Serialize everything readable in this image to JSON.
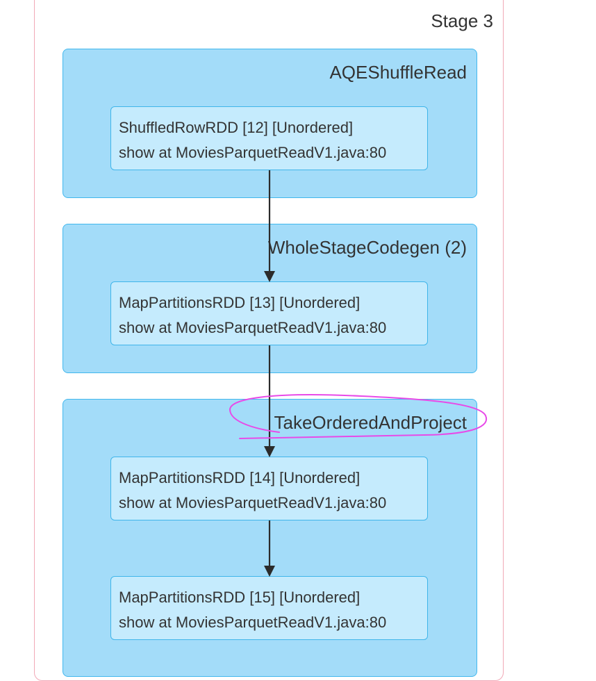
{
  "stage": {
    "title": "Stage 3"
  },
  "clusters": [
    {
      "title": "AQEShuffleRead"
    },
    {
      "title": "WholeStageCodegen (2)"
    },
    {
      "title": "TakeOrderedAndProject"
    }
  ],
  "nodes": [
    {
      "name": "ShuffledRowRDD [12] [Unordered]",
      "callsite": "show at MoviesParquetReadV1.java:80"
    },
    {
      "name": "MapPartitionsRDD [13] [Unordered]",
      "callsite": "show at MoviesParquetReadV1.java:80"
    },
    {
      "name": "MapPartitionsRDD [14] [Unordered]",
      "callsite": "show at MoviesParquetReadV1.java:80"
    },
    {
      "name": "MapPartitionsRDD [15] [Unordered]",
      "callsite": "show at MoviesParquetReadV1.java:80"
    }
  ],
  "colors": {
    "stage_border": "#f1a8b6",
    "cluster_fill": "#a3dcf9",
    "node_fill": "#c5ebfd",
    "edge": "#2b2b2b",
    "annotation": "#e84ae8"
  }
}
